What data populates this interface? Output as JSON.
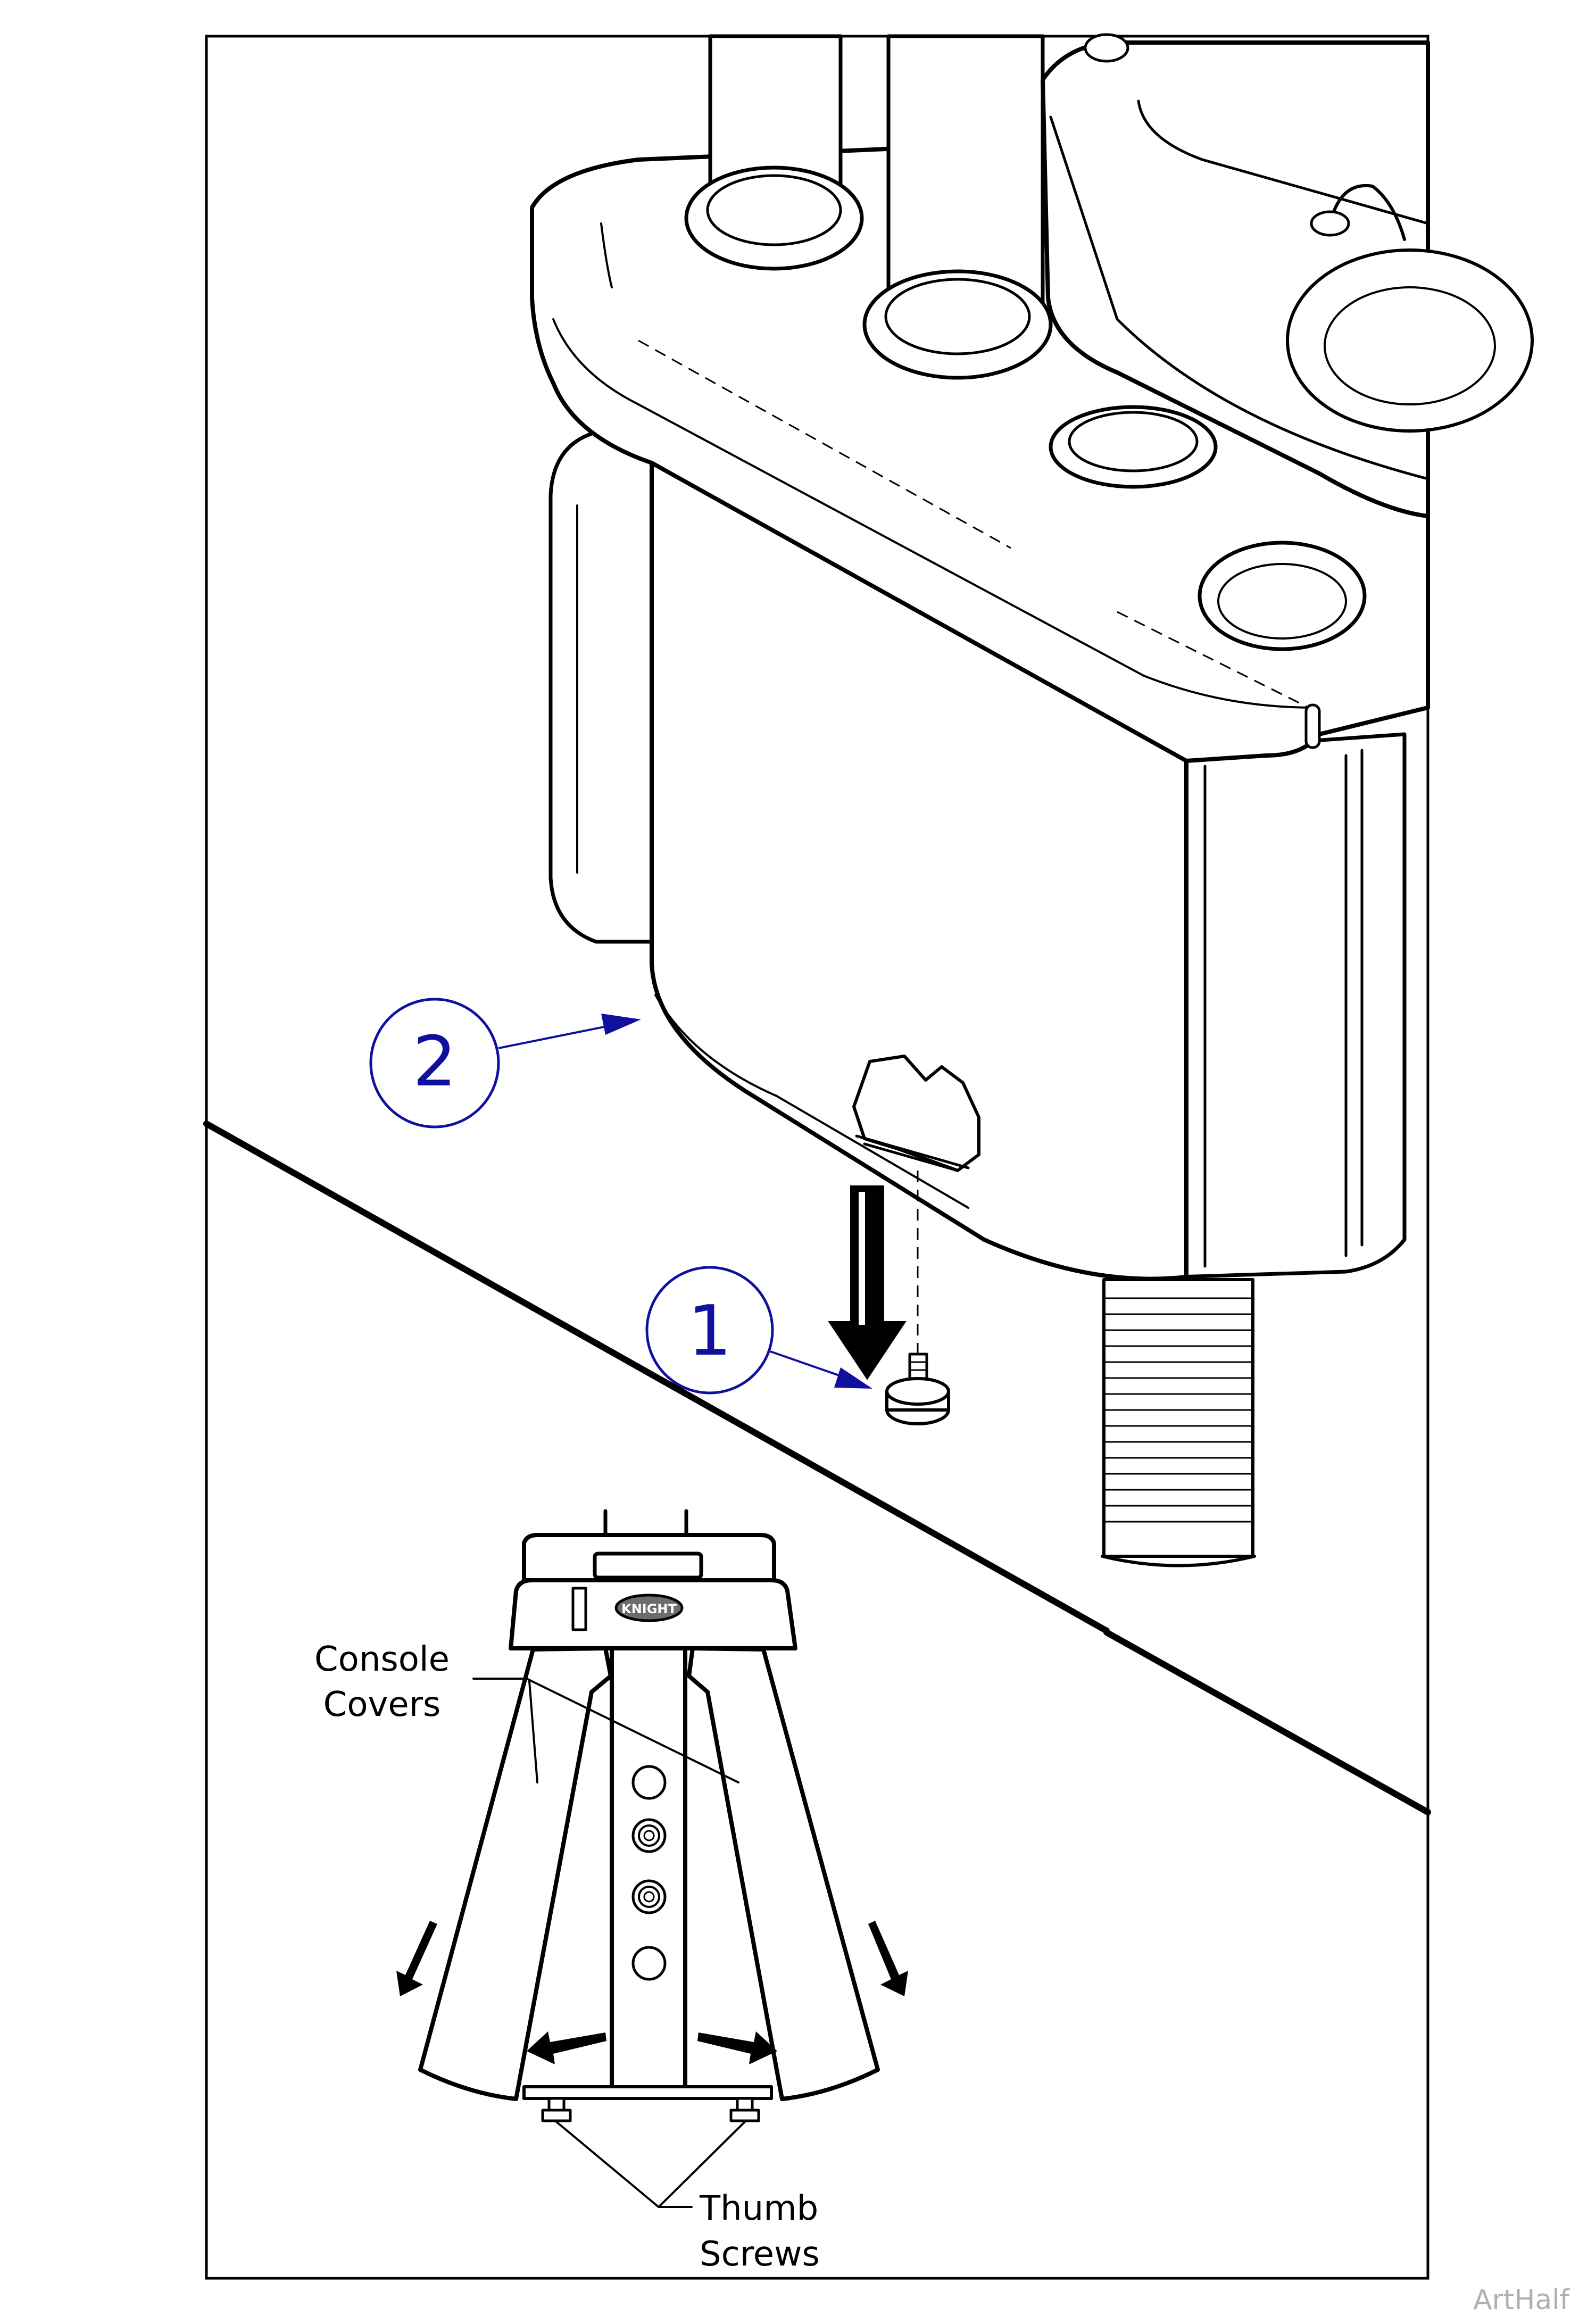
{
  "callouts": {
    "one": "1",
    "two": "2"
  },
  "labels": {
    "console_covers_line1": "Console",
    "console_covers_line2": "Covers",
    "thumb_screws_line1": "Thumb",
    "thumb_screws_line2": "Screws",
    "brand": "KNIGHT"
  },
  "watermark": "ArtHalf",
  "colors": {
    "callout_blue": "#10109e",
    "line": "#000000",
    "watermark": "#b0b0b0"
  }
}
